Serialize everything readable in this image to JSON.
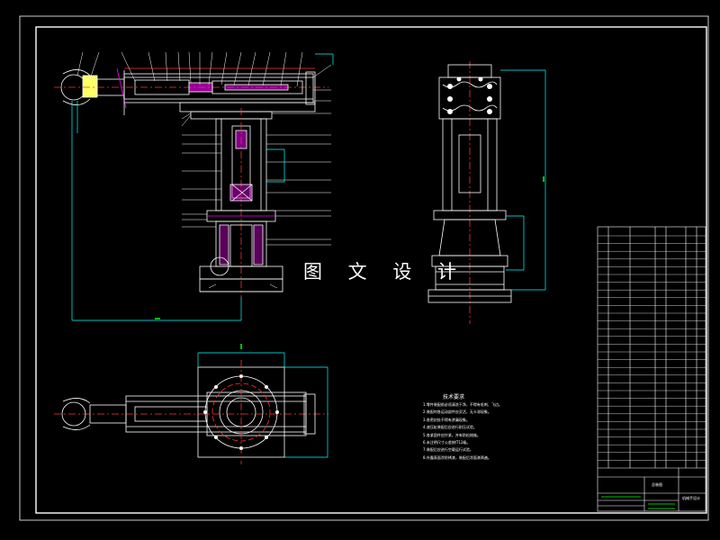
{
  "watermark": "图 文 设 计",
  "tech_notes": {
    "title": "技术要求",
    "items": [
      "1.零件装配前必须清洗干净，不得有毛刺、飞边。",
      "2.装配时各运动部件应灵活，无卡滞现象。",
      "3.各密封处不得有渗漏现象。",
      "4.液压缸装配后应进行耐压试验。",
      "5.各紧固件应拧紧，并有防松措施。",
      "6.未注明尺寸公差按IT12级。",
      "7.装配后应进行空载运行试验。",
      "8.外露表面涂防锈漆，装配后涂面漆两遍。"
    ]
  },
  "title_block": {
    "drawing_title": "总装图",
    "drawing_name": "机械手设计"
  },
  "colors": {
    "background": "#000000",
    "frame": "#ffffff",
    "dimension": "#00ffff",
    "centerline": "#ff3333",
    "hatch": "#ff00ff",
    "leader": "#00ff00",
    "outline": "#ffffff"
  }
}
